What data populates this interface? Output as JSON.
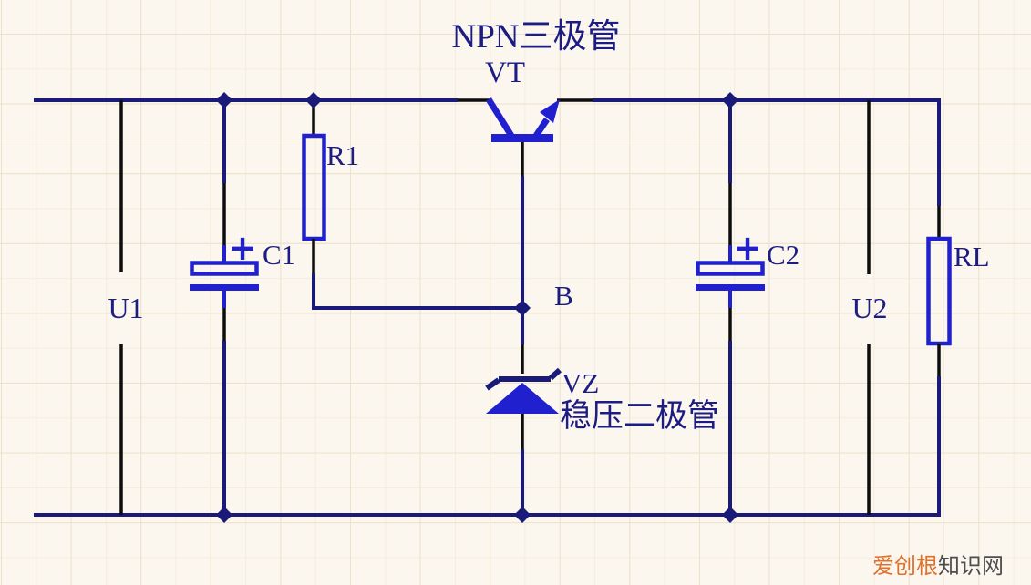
{
  "colors": {
    "background": "#fbf7ee",
    "grid_minor": "#f4edde",
    "grid_major": "#ece1cd",
    "wire": "#1a1a78",
    "component": "#2020cf",
    "lead": "#0d0d0d",
    "label": "#1c1c82",
    "watermark_brand": "#e0712c",
    "watermark_suffix": "#4d4d4d"
  },
  "labels": {
    "transistor_type": "NPN三极管",
    "transistor_ref": "VT",
    "base_node": "B",
    "input_voltage": "U1",
    "output_voltage": "U2",
    "input_capacitor": "C1",
    "input_capacitor_polarity": "+",
    "output_capacitor": "C2",
    "output_capacitor_polarity": "+",
    "series_resistor": "R1",
    "load_resistor": "RL",
    "zener_ref": "VZ",
    "zener_type": "稳压二极管"
  },
  "watermark": {
    "brand": "爱创根",
    "suffix": "知识网"
  }
}
